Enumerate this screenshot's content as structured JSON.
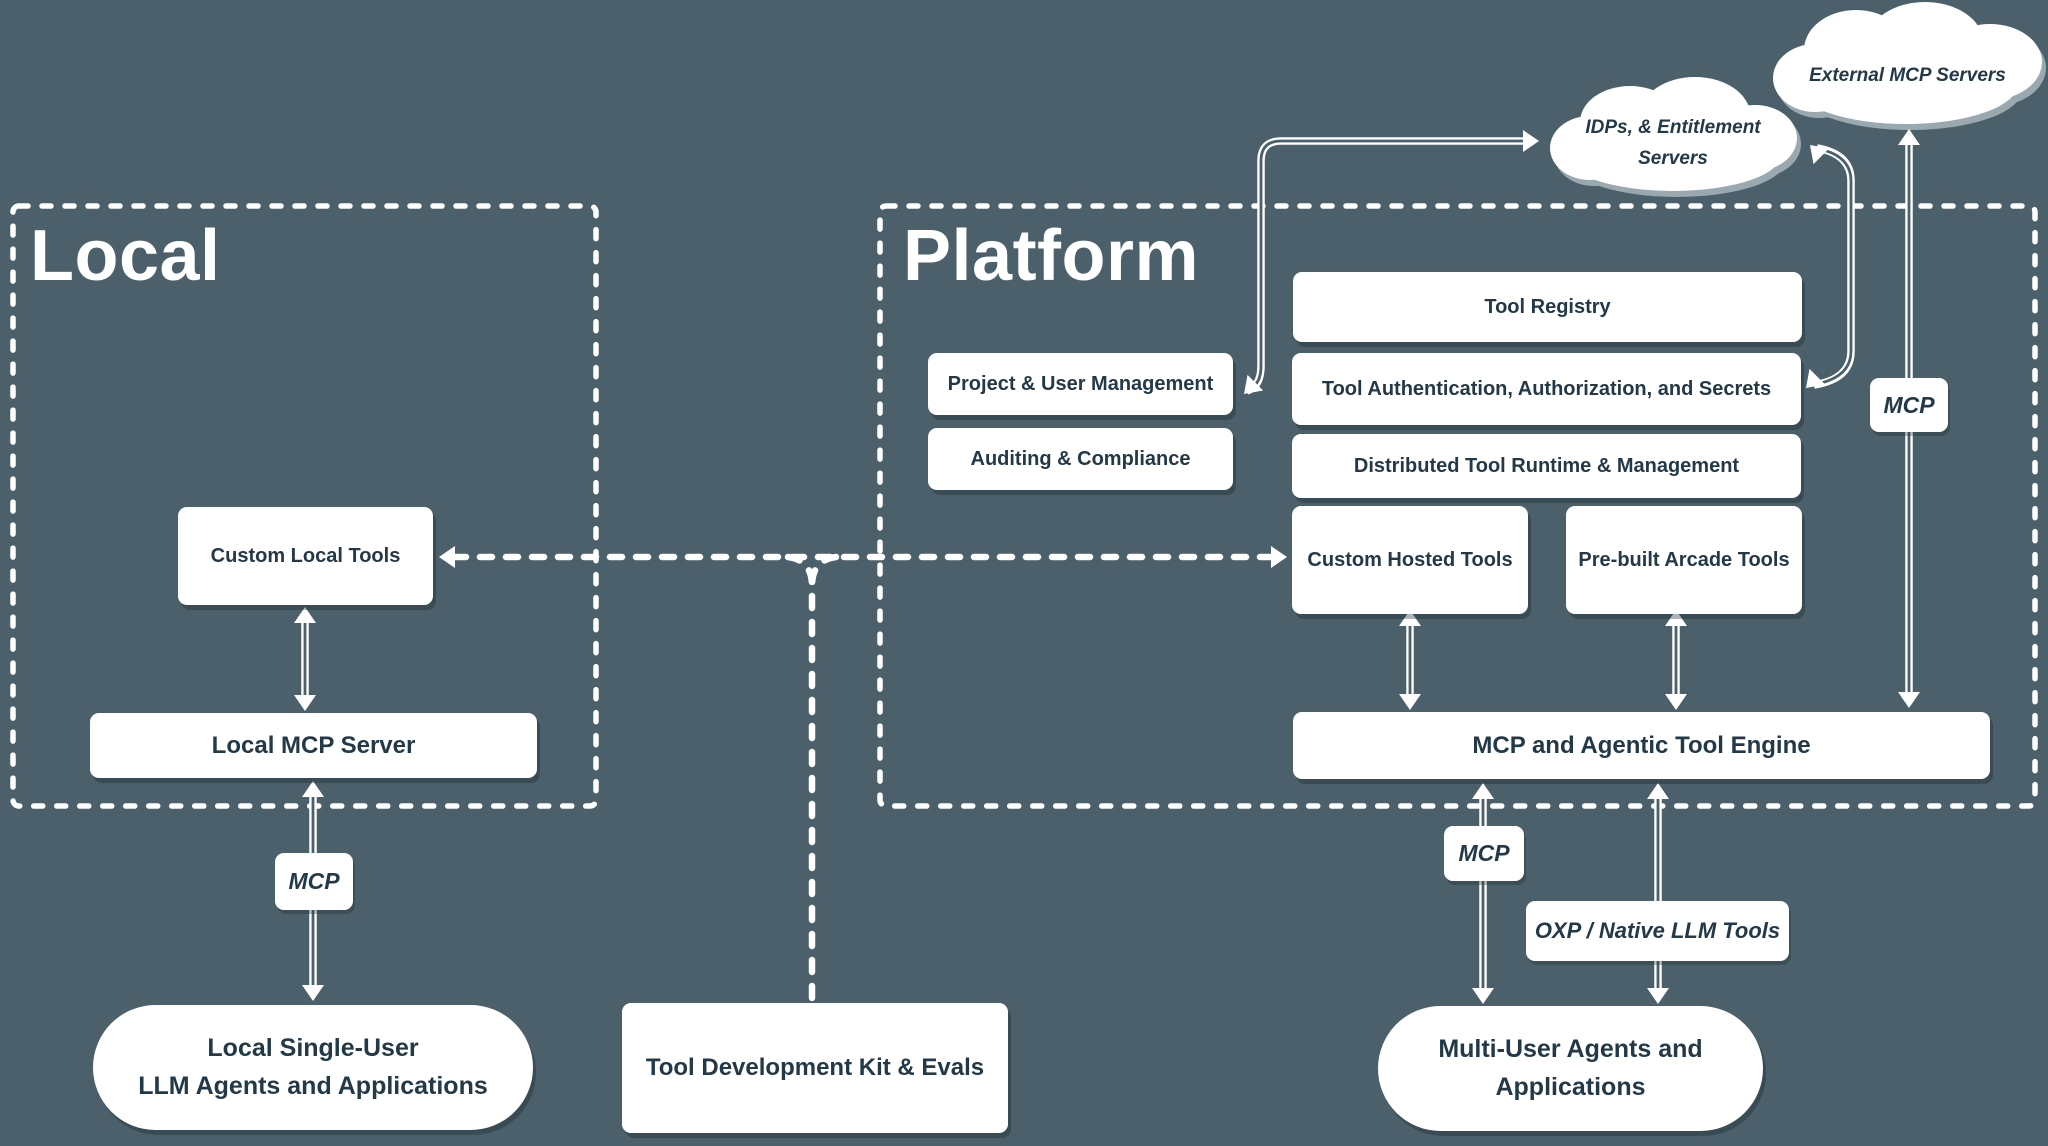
{
  "colors": {
    "background": "#4b606a",
    "ink": "#233948",
    "surface": "#ffffff"
  },
  "local": {
    "title": "Local",
    "custom_local_tools": "Custom Local Tools",
    "local_mcp_server": "Local MCP Server"
  },
  "platform": {
    "title": "Platform",
    "tool_registry": "Tool Registry",
    "project_user_management": "Project & User Management",
    "tool_auth": "Tool Authentication, Authorization, and Secrets",
    "auditing_compliance": "Auditing & Compliance",
    "distributed_runtime": "Distributed Tool Runtime & Management",
    "custom_hosted_tools": "Custom Hosted Tools",
    "prebuilt_arcade_tools": "Pre-built Arcade Tools",
    "engine": "MCP and Agentic Tool Engine"
  },
  "clouds": {
    "external_mcp": "External MCP Servers",
    "idps_line1": "IDPs, & Entitlement",
    "idps_line2": "Servers"
  },
  "edge_labels": {
    "mcp_local": "MCP",
    "mcp_agents": "MCP",
    "mcp_external": "MCP",
    "oxp": "OXP / Native LLM Tools"
  },
  "apps": {
    "local_single_user_line1": "Local Single-User",
    "local_single_user_line2": "LLM Agents and Applications",
    "tool_dev_kit": "Tool Development Kit & Evals",
    "multi_user_line1": "Multi-User Agents and",
    "multi_user_line2": "Applications"
  }
}
